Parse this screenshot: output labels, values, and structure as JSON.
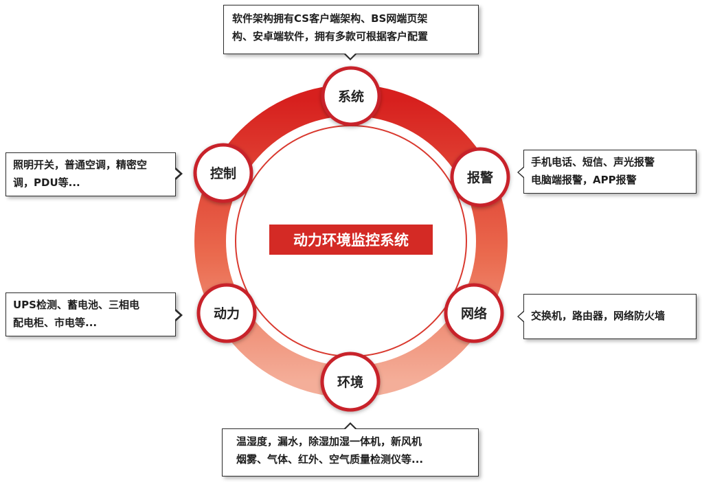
{
  "center": {
    "title": "动力环境监控系统"
  },
  "nodes": {
    "system": "系统",
    "alarm": "报警",
    "network": "网络",
    "environment": "环境",
    "power": "动力",
    "control": "控制"
  },
  "callouts": {
    "system": [
      "软件架构拥有CS客户端架构、BS网端页架",
      "构、安卓端软件，拥有多款可根据客户配置"
    ],
    "alarm": [
      "手机电话、短信、声光报警",
      "电脑端报警，APP报警"
    ],
    "network": [
      "交换机，路由器，网络防火墙"
    ],
    "environment": [
      "温湿度，漏水，除湿加湿一体机，新风机",
      "烟雾、气体、红外、空气质量检测仪等..."
    ],
    "power": [
      "UPS检测、蓄电池、三相电",
      "配电柜、市电等..."
    ],
    "control": [
      "照明开关，普通空调，精密空",
      "调，PDU等..."
    ]
  },
  "colors": {
    "ring_top": "#d7201e",
    "ring_bottom": "#f2a48e",
    "node_border": "#c8202a",
    "center_bg": "#d42a25",
    "callout_border": "#2b2b2b"
  }
}
